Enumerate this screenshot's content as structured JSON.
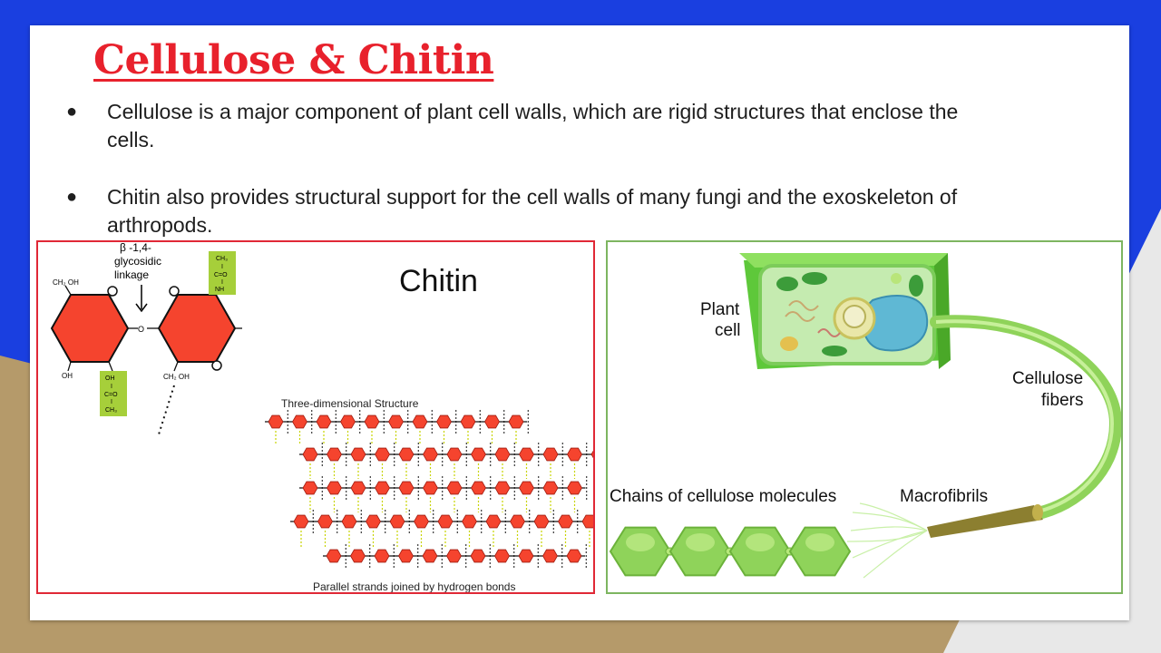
{
  "slide": {
    "title": "Cellulose & Chitin",
    "bullets": [
      "Cellulose is a major component of plant cell walls, which are rigid structures that enclose the cells.",
      "Chitin also provides structural support for the cell walls of many fungi and the exoskeleton of arthropods."
    ],
    "bullet_symbol": "●"
  },
  "chitin_figure": {
    "title": "Chitin",
    "linkage_line1": "β -1,4-",
    "linkage_line2": "glycosidic",
    "linkage_line3": "linkage",
    "ch2oh_left": "CH₂ OH",
    "ch2oh_right": "CH₂ OH",
    "oh_left": "OH",
    "oh_bottom": "OH",
    "o_bridge": "O",
    "box_top": [
      "CH₃",
      "I",
      "C=O",
      "I",
      "NH"
    ],
    "box_bottom": [
      "OH",
      "I",
      "C=O",
      "I",
      "CH₃"
    ],
    "structure_label": "Three-dimensional Structure",
    "caption": "Parallel strands joined by hydrogen bonds"
  },
  "cellulose_figure": {
    "plant_cell_line1": "Plant",
    "plant_cell_line2": "cell",
    "fibers_line1": "Cellulose",
    "fibers_line2": "fibers",
    "macrofibrils": "Macrofibrils",
    "chains": "Chains of cellulose molecules"
  },
  "colors": {
    "title_red": "#e8212c",
    "hex_red": "#f5442e",
    "plant_green": "#8fd35a",
    "border_green": "#7db560",
    "border_red": "#e02836"
  }
}
